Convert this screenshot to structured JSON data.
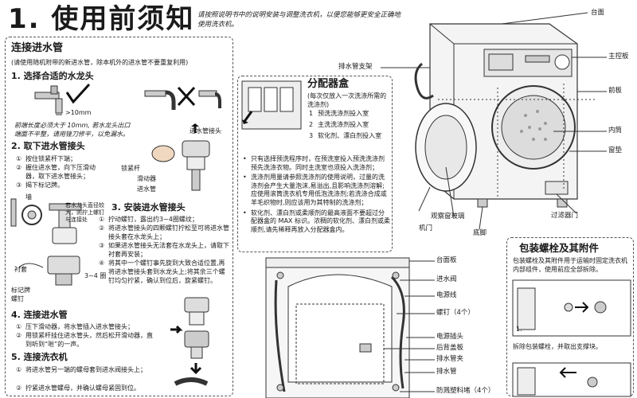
{
  "header": {
    "title": "1. 使用前须知",
    "intro": "请按照说明书中的说明安装与调整洗衣机，以便您能够更安全正确地使用洗衣机。"
  },
  "water_inlet": {
    "title": "连接进水管",
    "note": "(请使用随机附带的新进水管，除本机外的进水管不要重复利用)",
    "step1_title": "1. 选择合适的水龙头",
    "faucet_dim": ">10mm",
    "step1_caption": "前端长度必须大于 10mm, 若水龙头出口端面不平整，请用锉刀修平，以免漏水。",
    "step2_title": "2. 取下进水管接头",
    "step2_items": [
      "按住锁紧杆下端；",
      "握住进水管，向下压滑动器，取下进水管接头；",
      "揭下标记牌。"
    ],
    "step2_labels": [
      "进水管接头",
      "锁紧杆",
      "滑动器",
      "进水管"
    ],
    "step2b_labels": [
      "墙",
      "若水龙头直径较大，则拧上螺钉与连接处",
      "衬套",
      "3~4 圈",
      "标记牌",
      "螺钉"
    ],
    "step3_title": "3. 安装进水管接头",
    "step3_items": [
      "拧动螺钉，露出约3~4圈螺纹；",
      "将进水管接头的四颗螺钉拧松至可将进水管接头套在水龙头上；",
      "如果进水管接头无法套在水龙头上，请取下衬套再安装；",
      "将其中一个螺钉事先旋到大致合适位置,再将进水管接头套到水龙头上;将其余三个螺钉均匀拧紧，确认到位后，旋紧螺钉。"
    ],
    "step4_title": "4. 连接进水管",
    "step4_items": [
      "压下滑动器，将水管插入进水管接头；",
      "用锁紧杆挂住进水管头，然后松开滑动器，直到听到“咝”的一声。"
    ],
    "step5_title": "5. 连接洗衣机",
    "step5_items": [
      "将进水管另一端的螺母套到进水阀接头上；",
      "拧紧进水管螺母，并确认螺母紧固到位。"
    ]
  },
  "dispenser": {
    "title": "分配器盒",
    "subtitle": "(每次仅放入一次洗涤所需的洗涤剂)",
    "legend": [
      {
        "num": "1",
        "text": "预洗洗涤剂投入室"
      },
      {
        "num": "2",
        "text": "主洗洗涤剂投入室"
      },
      {
        "num": "3",
        "text": "软化剂、漂白剂投入室"
      }
    ],
    "notes": [
      "只有选择预洗程序时，在预洗室投入预洗洗涤剂预先洗涤衣物。同时主洗室也须投入洗涤剂；",
      "洗涤剂用量请参照洗涤剂的使用说明，过量的洗涤剂会产生大量泡沫,易溢出,且影响洗涤剂溶解;应使用滚筒洗衣机专用低泡洗涤剂;若洗涤合成或羊毛织物时,则应该用为其特制的洗涤剂；",
      "软化剂、漂白剂或柔顺剂的最高液面不要超过分配器盒的 MAX 标识。浓稠的软化剂、漂白剂或柔顺剂,请先稀释再放入分配器盒内。"
    ]
  },
  "front_labels": {
    "top_panel": "台面",
    "control_panel": "主控板",
    "front_panel": "前板",
    "drain_support": "排水管支架",
    "inner_drum": "内筒",
    "gasket": "窗垫",
    "window_glass": "观察窗玻璃",
    "door": "机门",
    "base": "底脚",
    "filter_door": "过滤器门"
  },
  "back_labels": [
    "台面板",
    "进水阀",
    "电源线",
    "螺钉（4个）",
    "电源插头",
    "后背盖板",
    "排水管夹",
    "排水管",
    "防溅塑料堵（4个）"
  ],
  "packing": {
    "title": "包装螺栓及其附件",
    "desc": "包装螺栓及其附件用于运输时固定洗衣机内部组件，使用前应全部拆除。",
    "fig1": "1.",
    "step1": "拆除包装螺栓，并取出支撑块。"
  },
  "colors": {
    "border": "#555555",
    "ink": "#1a1a1a"
  }
}
